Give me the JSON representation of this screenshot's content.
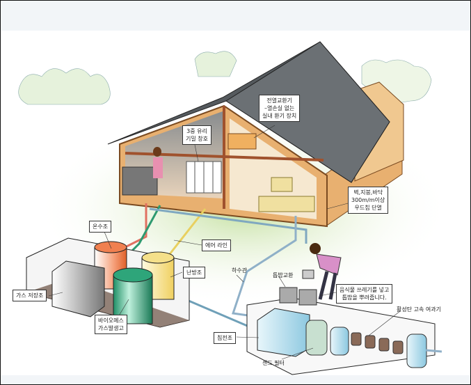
{
  "labels": {
    "heat_exchanger": [
      "전열교환기",
      "–열손실 없는",
      "실내 환기 장치"
    ],
    "triple_glazing": [
      "3중 유리",
      "기밀 창호"
    ],
    "insulation": [
      "벽,지붕,바닥",
      "300m/m이상",
      "우드칩 단열"
    ],
    "air_line": "에어 라인",
    "hot_water_tank": "온수조",
    "heating_tank": "난방조",
    "gas_storage": "가스 저장조",
    "biomass_generator": [
      "바이오메스",
      "가스발생고"
    ],
    "sewer_pipe": "하수관",
    "sawdust_exchange": "톱밥교환",
    "food_waste_note": [
      "음식물 쓰레기를 넣고",
      "톱밥을 뿌려줍니다."
    ],
    "carbon_filter": "활성탄 고속 여과기",
    "settling_tank": "침전조",
    "sand_filter": "센드 필터"
  },
  "colors": {
    "roof": "#555a5e",
    "wall": "#e8b070",
    "frame": "#a0522d",
    "hot_water": "#f08050",
    "heating": "#f5e08a",
    "biomass": "#2ea57a",
    "gas_storage": "#9a9a9a",
    "water": "#bfe3f0",
    "grass": "#cfe6b0"
  }
}
